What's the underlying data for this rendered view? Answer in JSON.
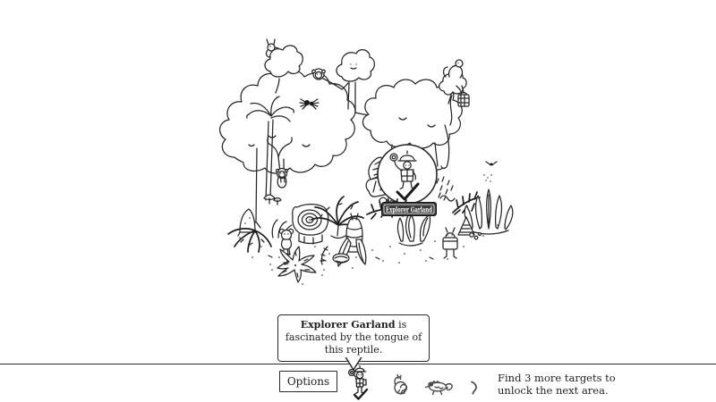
{
  "colors": {
    "ink": "#262626",
    "muted_icon": "#4a4a4a",
    "label_plate": "#3b3b3b",
    "background": "#ffffff"
  },
  "scene": {
    "magnifier_label": "Explorer Garland"
  },
  "hint_bubble": {
    "line1_bold": "Explorer Garland",
    "line1_rest": " is",
    "line2": "fascinated by the tongue of",
    "line3": "this reptile."
  },
  "bottom_bar": {
    "options_label": "Options",
    "progress_line1": "Find 3 more targets to",
    "progress_line2": "unlock the next area.",
    "targets": [
      {
        "icon": "explorer-garland",
        "found": true
      },
      {
        "icon": "snail",
        "found": false
      },
      {
        "icon": "chameleon",
        "found": false
      },
      {
        "icon": "tongue",
        "found": false
      }
    ]
  }
}
